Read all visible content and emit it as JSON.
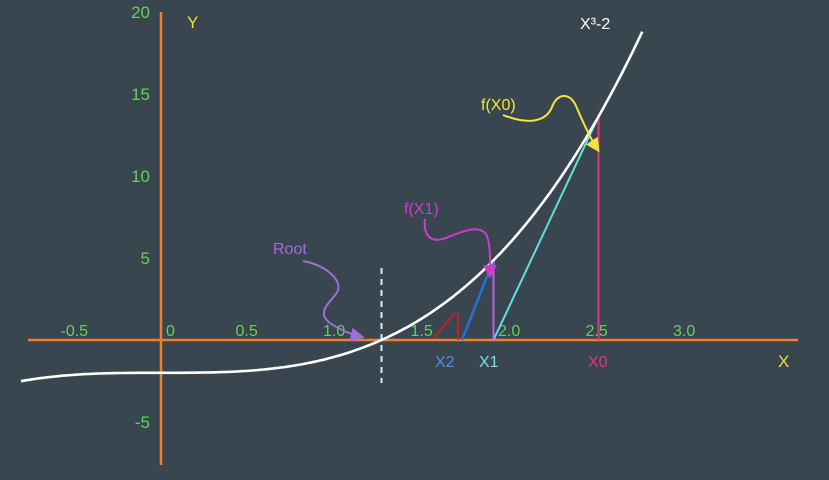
{
  "colors": {
    "background": "#3a464f",
    "axis": "#ee7f2e",
    "tick_label": "#5fd35b",
    "curve": "#ffffff",
    "axis_letter": "#f3dd3a",
    "root_label": "#a06ed8",
    "fx0_label": "#f2e53e",
    "fx1_label": "#cc3ccf",
    "tangent1": "#5fe0e0",
    "tangent2": "#2e6dd8",
    "x0": "#e0357a",
    "x1": "#c061e6",
    "x2": "#2e6dd8",
    "red_marker": "#d01e1e",
    "root_line": "#c8f2f7",
    "x1_label": "#7be0f0",
    "x2_label": "#4b8ee8",
    "x0_label": "#e0357a"
  },
  "axes": {
    "x_label": "X",
    "y_label": "Y",
    "x_ticks": [
      {
        "value": -0.5,
        "label": "-0.5"
      },
      {
        "value": 0,
        "label": "0"
      },
      {
        "value": 0.5,
        "label": "0.5"
      },
      {
        "value": 1.0,
        "label": "1.0"
      },
      {
        "value": 1.5,
        "label": "1.5"
      },
      {
        "value": 2.0,
        "label": "2.0"
      },
      {
        "value": 2.5,
        "label": "2.5"
      },
      {
        "value": 3.0,
        "label": "3.0"
      }
    ],
    "y_ticks": [
      {
        "value": 20,
        "label": "20"
      },
      {
        "value": 15,
        "label": "15"
      },
      {
        "value": 10,
        "label": "10"
      },
      {
        "value": 5,
        "label": "5"
      },
      {
        "value": -5,
        "label": "-5"
      }
    ]
  },
  "curve": {
    "label": "X³-2",
    "x_range": [
      -0.8,
      2.75
    ]
  },
  "newton": {
    "root": 1.26,
    "x0": 2.5,
    "x1": 1.9,
    "x2": 1.72,
    "labels": {
      "root": "Root",
      "fx0": "f(X0)",
      "fx1": "f(X1)",
      "x0": "X0",
      "x1": "X1",
      "x2": "X2"
    }
  }
}
